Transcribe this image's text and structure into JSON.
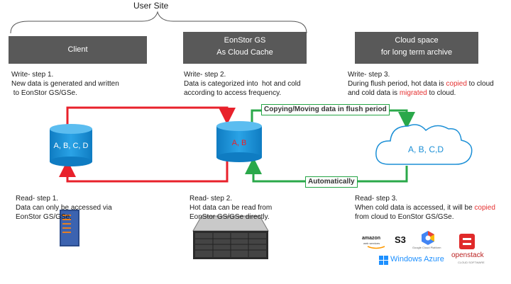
{
  "user_site": "User Site",
  "headers": {
    "client": "Client",
    "eonstor_line1": "EonStor GS",
    "eonstor_line2": "As  Cloud Cache",
    "cloud_line1": "Cloud space",
    "cloud_line2": "for long term archive"
  },
  "write_steps": [
    {
      "title": "Write- step  1.",
      "lines": [
        "New data is generated and written",
        " to EonStor GS/GSe."
      ]
    },
    {
      "title": "Write- step 2.",
      "lines": [
        "Data is categorized into  hot and cold",
        "according to access frequency."
      ]
    },
    {
      "title": "Write- step 3."
    }
  ],
  "write3": {
    "l1a": "During flush period, hot data is ",
    "l1b": "copied",
    "l1c": " to cloud",
    "l2a": "and cold data is ",
    "l2b": "migrated",
    "l2c": " to cloud."
  },
  "nodes": {
    "client_db": "A, B, C, D",
    "cache_db": "A, B",
    "cloud": "A, B, C,D"
  },
  "flow_labels": {
    "flush": "Copying/Moving data in flush period",
    "auto": "Automatically"
  },
  "read_steps": [
    {
      "title": "Read- step 1.",
      "lines": [
        "Data can only be accessed via",
        "EonStor GS/GSe."
      ]
    },
    {
      "title": "Read- step 2.",
      "lines": [
        "Hot data can be read from",
        "EonStor GS/GSe directly."
      ]
    },
    {
      "title": "Read- step 3."
    }
  ],
  "read3": {
    "l1a": "When cold data is accessed, it will be ",
    "l1b": "copied",
    "l2": "from cloud to EonStor GS/GSe."
  },
  "logos": {
    "amazon": "amazon",
    "aws": "web services",
    "s3": "S3",
    "google": "Google Cloud Platform",
    "azure": "Windows Azure",
    "openstack": "openstack",
    "openstack_sub": "CLOUD SOFTWARE"
  },
  "colors": {
    "red_arrow": "#e8212b",
    "green_arrow": "#2aa84a",
    "cylinder": "#1b8fd6",
    "header_bg": "#595959"
  }
}
